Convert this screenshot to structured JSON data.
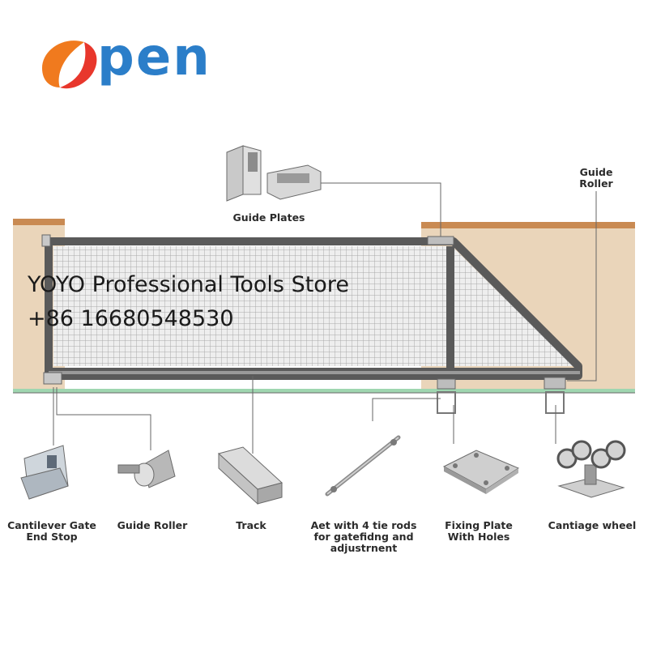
{
  "brand": {
    "logo_text": "pen"
  },
  "watermark": {
    "line1": "YOYO Professional Tools Store",
    "line2": "+86 16680548530"
  },
  "labels": {
    "guide_plates": "Guide Plates",
    "guide_roller_top": "Guide\nRoller",
    "end_stop": "Cantilever Gate\nEnd Stop",
    "guide_roller": "Guide Roller",
    "track": "Track",
    "tie_rods": "Aet with 4 tie rods\nfor gatefidng and\nadjustrnent",
    "fixing_plate": "Fixing Plate\nWith Holes",
    "carriage_wheel": "Cantiage wheel"
  },
  "colors": {
    "logo_orange": "#f07a1e",
    "logo_red": "#e8372c",
    "logo_blue": "#2b7ec9",
    "wall": "#e6c9a5",
    "wall_top": "#c98a52",
    "frame": "#5a5a5a",
    "ground": "#9fd6b0"
  }
}
